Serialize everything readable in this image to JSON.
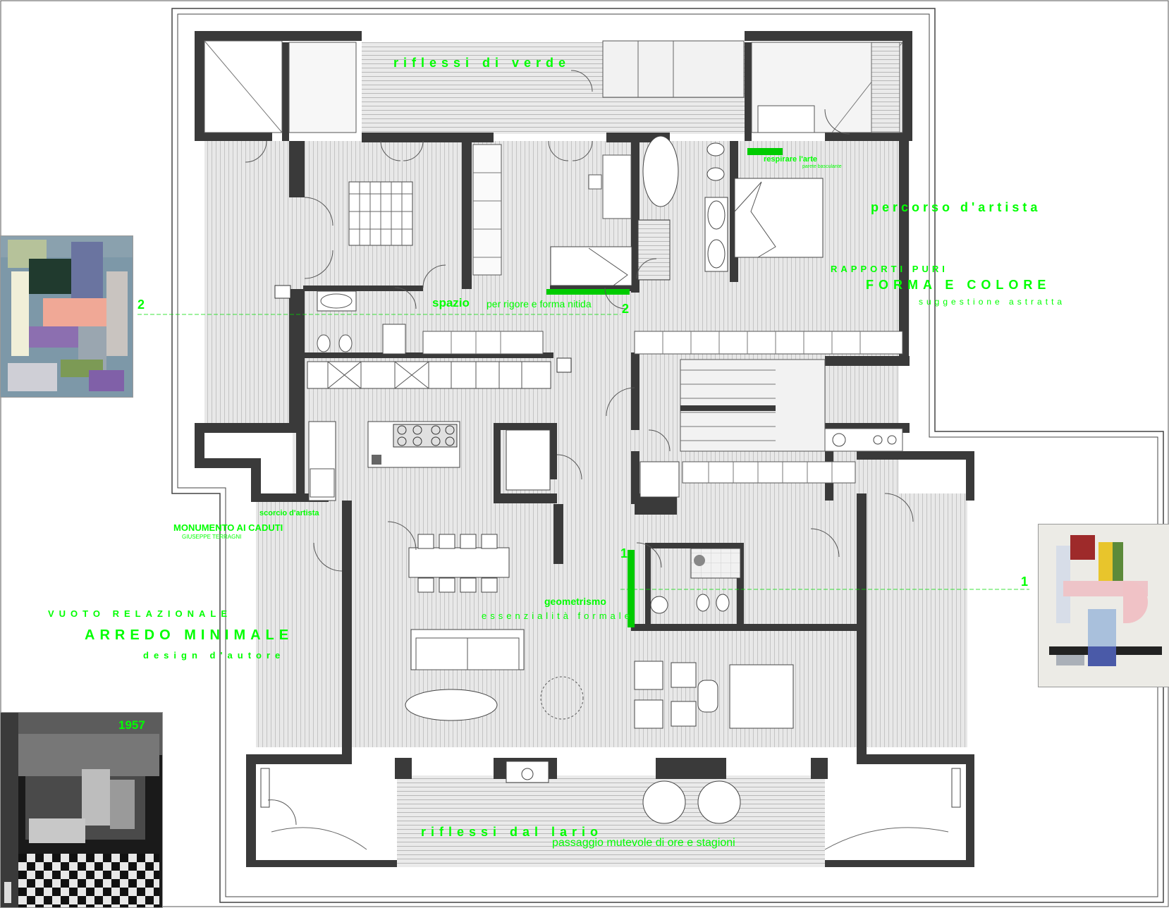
{
  "labels": {
    "riflessi_verde": "riflessi di verde",
    "respirare": "respirare l'arte",
    "respirare_sub": "parete basculante",
    "percorso": "percorso d'artista",
    "rapporti": "RAPPORTI PURI",
    "forma": "FORMA E COLORE",
    "suggestione": "suggestione astratta",
    "spazio": "spazio",
    "spazio_sub": "per rigore e forma nitida",
    "scorcio": "scorcio d'artista",
    "monumento": "MONUMENTO AI CADUTI",
    "terragni": "GIUSEPPE TERRAGNI",
    "geometrismo": "geometrismo",
    "essenzialita": "essenzialità formale",
    "vuoto": "VUOTO RELAZIONALE",
    "arredo": "ARREDO MINIMALE",
    "design": "design d'autore",
    "riflessi_lario": "riflessi dal lario",
    "passaggio": "passaggio mutevole di ore e stagioni",
    "year": "1957"
  },
  "section_marks": {
    "s2_left": "2",
    "s2_right": "2",
    "s1_left": "1",
    "s1_right": "1"
  },
  "colors": {
    "accent": "#00ff00",
    "wall": "#3a3a3a",
    "floor": "#e6e6e6",
    "paving": "#d9d9d9"
  }
}
